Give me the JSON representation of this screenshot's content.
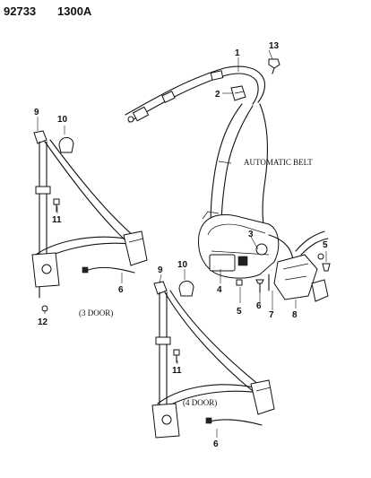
{
  "header": {
    "catalog_number": "92733",
    "diagram_code": "1300A"
  },
  "captions": {
    "automatic_belt": "AUTOMATIC BELT",
    "three_door": "(3 DOOR)",
    "four_door": "(4 DOOR)"
  },
  "callouts": {
    "c1": "1",
    "c2": "2",
    "c3": "3",
    "c4": "4",
    "c5a": "5",
    "c5b": "5",
    "c6a": "6",
    "c6b": "6",
    "c6c": "6",
    "c7": "7",
    "c8": "8",
    "c9a": "9",
    "c9b": "9",
    "c10a": "10",
    "c10b": "10",
    "c11a": "11",
    "c11b": "11",
    "c12": "12",
    "c13": "13"
  }
}
